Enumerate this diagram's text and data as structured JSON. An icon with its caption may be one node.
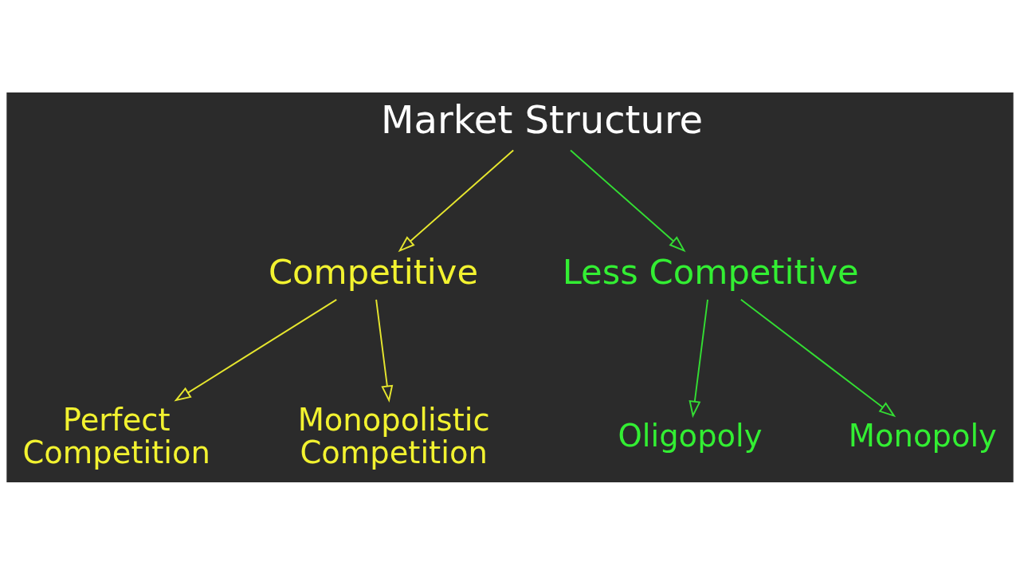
{
  "diagram": {
    "nodes": [
      {
        "text": [
          "Market Structure"
        ]
      },
      {
        "text": [
          "Competitive"
        ]
      },
      {
        "text": [
          "Less Competitive"
        ]
      },
      {
        "text": [
          "Perfect Competition"
        ]
      },
      {
        "text": [
          "Monopolistic Competition"
        ]
      },
      {
        "text": [
          "Oligopoly"
        ]
      },
      {
        "text": [
          "Monopoly"
        ]
      }
    ],
    "edges": [
      {
        "from": 0,
        "to": 1,
        "arrow": "to",
        "color": "#e6e62e"
      },
      {
        "from": 0,
        "to": 2,
        "arrow": "to",
        "color": "#33dd33"
      },
      {
        "from": 1,
        "to": 3,
        "arrow": "to",
        "color": "#e6e62e"
      },
      {
        "from": 1,
        "to": 4,
        "arrow": "to",
        "color": "#e6e62e"
      },
      {
        "from": 2,
        "to": 5,
        "arrow": "to",
        "color": "#33dd33"
      },
      {
        "from": 2,
        "to": 6,
        "arrow": "to",
        "color": "#33dd33"
      }
    ]
  }
}
